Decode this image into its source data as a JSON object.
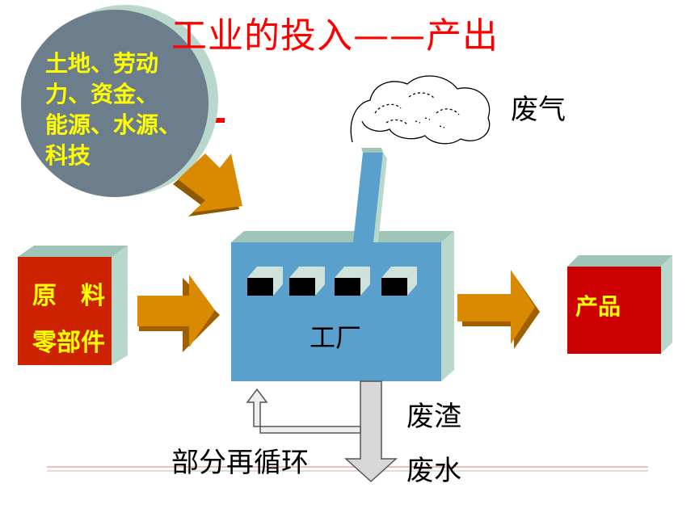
{
  "title": "工业的投入——产出",
  "inputs": {
    "natural_factors": [
      "土地、劳动",
      "力、资金、",
      "能源、水源、",
      "科技"
    ],
    "materials": [
      "原　料",
      "零部件"
    ]
  },
  "factory_label": "工厂",
  "product_label": "产品",
  "outputs": {
    "exhaust": "废气",
    "slag": "废渣",
    "wastewater": "废水"
  },
  "recycle_label": "部分再循环",
  "colors": {
    "title": "#ff0000",
    "input_text": "#ffff00",
    "box_red": "#cc2200",
    "factory_blue": "#5aa0cc",
    "arrow_orange": "#d98a00",
    "bubble_gray": "#6f7f8c"
  }
}
